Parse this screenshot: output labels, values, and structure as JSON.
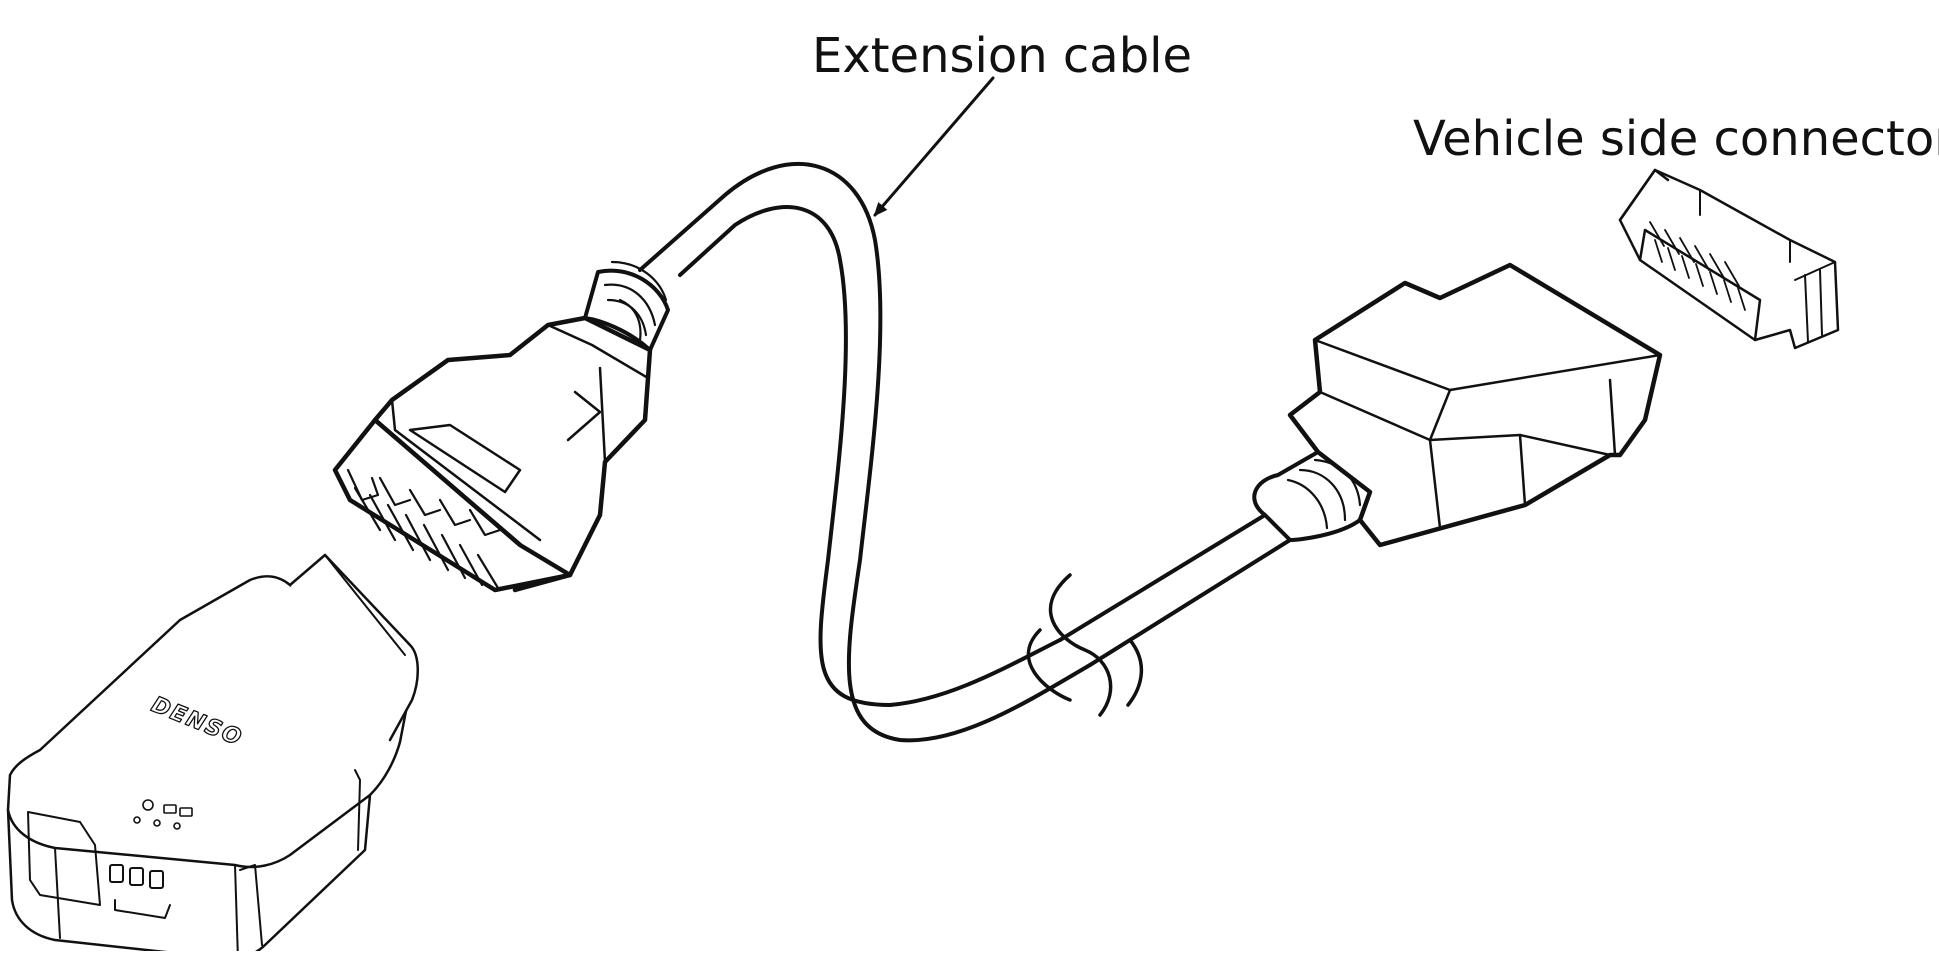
{
  "labels": {
    "extension_cable": "Extension cable",
    "vehicle_side_connector": "Vehicle side connector"
  },
  "device": {
    "brand": "DENSO"
  },
  "colors": {
    "line": "#111111",
    "background": "#ffffff"
  }
}
